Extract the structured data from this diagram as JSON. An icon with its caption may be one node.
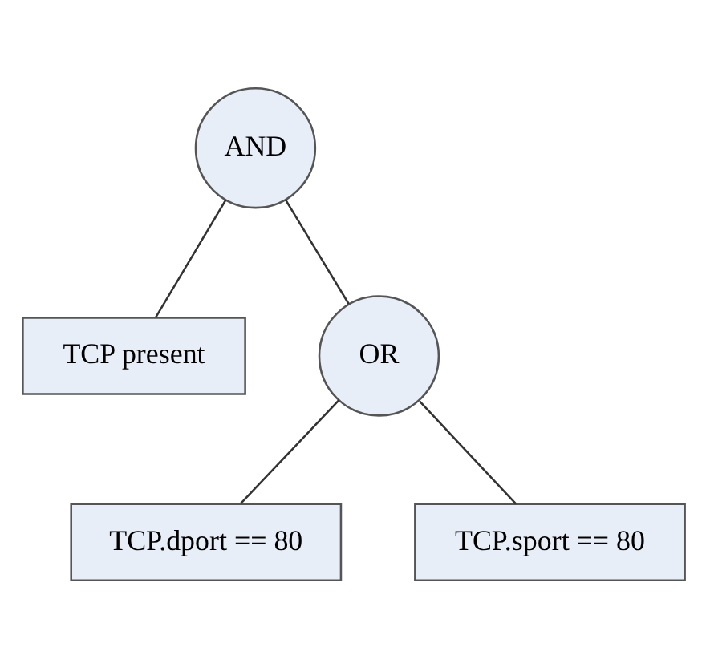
{
  "diagram": {
    "nodes": [
      {
        "text": [
          "AND"
        ]
      },
      {
        "text": [
          "TCP present"
        ]
      },
      {
        "text": [
          "OR"
        ]
      },
      {
        "text": [
          "TCP.dport == 80"
        ]
      },
      {
        "text": [
          "TCP.sport == 80"
        ]
      }
    ],
    "edges": [
      {
        "from": 0,
        "to": 1,
        "arrow": "none"
      },
      {
        "from": 0,
        "to": 2,
        "arrow": "none"
      },
      {
        "from": 2,
        "to": 3,
        "arrow": "none"
      },
      {
        "from": 2,
        "to": 4,
        "arrow": "none"
      }
    ]
  }
}
